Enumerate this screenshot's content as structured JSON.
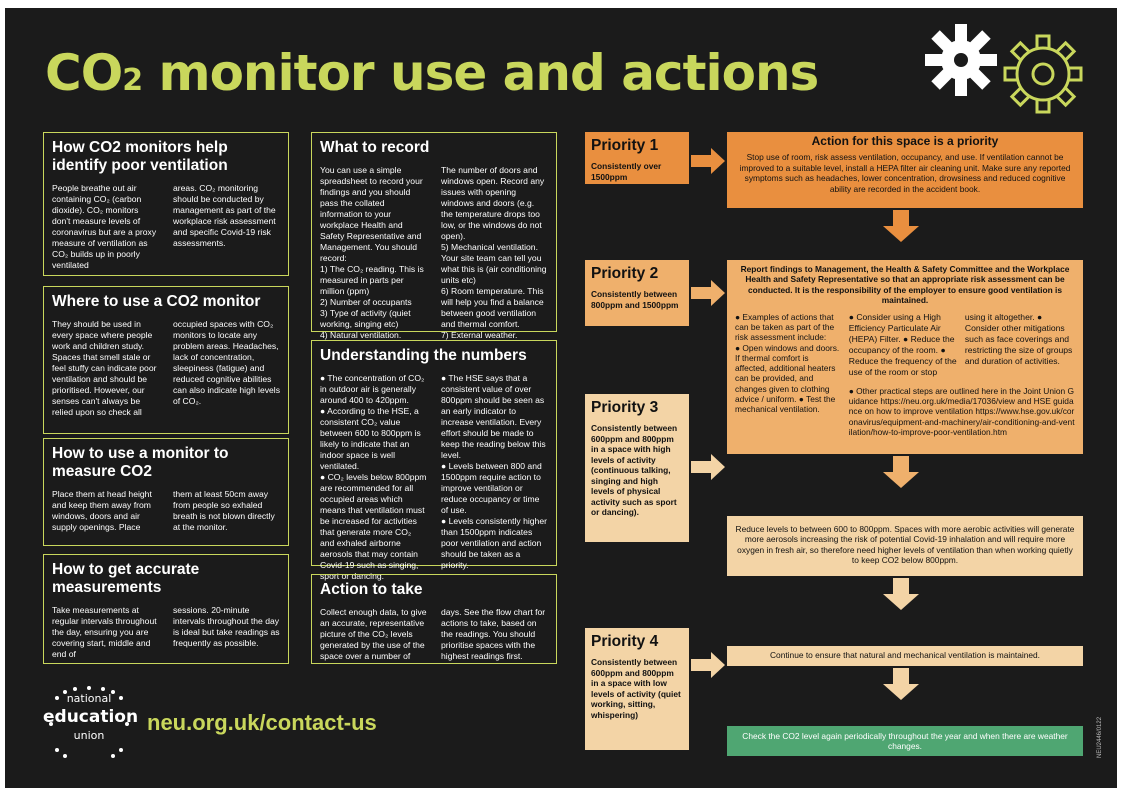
{
  "title": {
    "main": "CO",
    "sub": "2",
    "rest": " monitor use and actions"
  },
  "sections": {
    "how_helps": {
      "heading": "How CO2 monitors help identify poor ventilation",
      "col1": "People breathe out air containing CO₂ (carbon dioxide). CO₂ monitors don't measure levels of coronavirus but are a proxy measure of ventilation as CO₂ builds up in poorly ventilated",
      "col2": "areas. CO₂ monitoring should be conducted by management as part of the workplace risk assessment and specific Covid-19 risk assessments."
    },
    "where": {
      "heading": "Where to use a CO2 monitor",
      "col1": "They should be used in every space where people work and children study. Spaces that smell stale or feel stuffy can indicate poor ventilation and should be prioritised. However, our senses can't always be relied upon so check all",
      "col2": "occupied spaces with CO₂ monitors to locate any problem areas. Headaches, lack of concentration, sleepiness (fatigue) and reduced cognitive abilities can also indicate high levels of CO₂."
    },
    "how_use": {
      "heading": "How to use a monitor to measure CO2",
      "col1": "Place them at head height and keep them away from windows, doors and air supply openings. Place",
      "col2": "them at least 50cm away from people so exhaled breath is not blown directly at the monitor."
    },
    "accurate": {
      "heading": "How to get accurate measurements",
      "col1": "Take measurements at regular intervals throughout the day, ensuring you are covering start, middle and end of",
      "col2": "sessions. 20-minute intervals throughout the day is ideal but take readings as frequently as possible."
    },
    "record": {
      "heading": "What to record",
      "col1": "You can use a simple spreadsheet to record your findings and you should pass the collated information to your workplace Health and Safety Representative and Management. You should record:\n1) The CO₂ reading. This is measured in parts per million (ppm)\n2) Number of occupants\n3) Type of activity (quiet working, singing etc)\n4) Natural ventilation.",
      "col2": "The number of doors and windows open. Record any issues with opening windows and doors (e.g. the temperature drops too low, or the windows do not open).\n5) Mechanical ventilation. Your site team can tell you what this is (air conditioning units etc)\n6) Room temperature. This will help you find a balance between good ventilation and thermal comfort.\n7) External weather."
    },
    "numbers": {
      "heading": "Understanding the numbers",
      "col1": "● The concentration of CO₂ in outdoor air is generally around 400 to 420ppm.\n● According to the HSE, a consistent CO₂ value between 600 to 800ppm is likely to indicate that an indoor space is well ventilated.\n● CO₂ levels below 800ppm are recommended for all occupied areas which means that ventilation must be increased for activities that generate more CO₂ and exhaled airborne aerosols that may contain Covid-19 such as singing, sport or dancing.",
      "col2": "● The HSE says that a consistent value of over 800ppm should be seen as an early indicator to increase ventilation. Every effort should be made to keep the reading below this level.\n● Levels between 800 and 1500ppm require action to improve ventilation or reduce occupancy or time of use.\n● Levels consistently higher than 1500ppm indicates poor ventilation and action should be taken as a priority."
    },
    "action": {
      "heading": "Action to take",
      "col1": "Collect enough data, to give an accurate, representative picture of the CO₂ levels generated by the use of the space over a number of",
      "col2": "days. See the flow chart for actions to take, based on the readings. You should prioritise spaces with the highest readings first."
    }
  },
  "priorities": [
    {
      "label": "Priority 1",
      "text": "Consistently over 1500ppm"
    },
    {
      "label": "Priority 2",
      "text": "Consistently between 800ppm and 1500ppm"
    },
    {
      "label": "Priority 3",
      "text": "Consistently between 600ppm and 800ppm in a space with high levels of activity (continuous talking, singing and high levels of physical activity such as sport or dancing)."
    },
    {
      "label": "Priority 4",
      "text": "Consistently between 600ppm and 800ppm in a space with low levels of activity (quiet working, sitting, whispering)"
    }
  ],
  "actions": {
    "a1_heading": "Action for this space is a priority",
    "a1_text": "Stop use of room, risk assess ventilation, occupancy, and use. If ventilation cannot be improved to a suitable level, install a HEPA filter air cleaning unit. Make sure any reported symptoms such as headaches, lower concentration, drowsiness and reduced cognitive ability are recorded in the accident book.",
    "a2_heading": "Report findings to Management, the Health & Safety Committee and the Workplace Health and Safety Representative so that an appropriate risk assessment can be conducted. It is the responsibility of the employer to ensure good ventilation is maintained.",
    "a2_col1": "● Examples of actions that can be taken as part of the risk assessment include:\n● Open windows and doors. If thermal comfort is affected, additional heaters can be provided, and changes given to clothing advice / uniform. ● Test the mechanical ventilation.",
    "a2_col2": "● Consider using a High Efficiency Particulate Air (HEPA) Filter. ● Reduce the occupancy of the room. ● Reduce the frequency of the use of the room or stop",
    "a2_col3": "using it altogether. ● Consider other mitigations such as face coverings and restricting the size of groups and duration of activities.",
    "a2_other": "● Other practical steps are outlined here in the Joint Union Guidance https://neu.org.uk/media/17036/view and HSE guidance on how to improve ventilation https://www.hse.gov.uk/coronavirus/equipment-and-machinery/air-conditioning-and-ventilation/how-to-improve-poor-ventilation.htm",
    "a3_text": "Reduce levels to between 600 to 800ppm. Spaces with more aerobic activities will generate more aerosols increasing the risk of potential Covid-19 inhalation and will require more oxygen in fresh air, so therefore need higher levels of ventilation than when working quietly to keep CO2 below 800ppm.",
    "a4_text": "Continue to ensure that natural and mechanical ventilation is maintained.",
    "final_text": "Check the CO2 level again periodically throughout the year and when there are weather changes."
  },
  "logo": {
    "line1": "national",
    "line2": "education",
    "line3": "union"
  },
  "contact": "neu.org.uk/contact-us",
  "code": "NEU2446/0122",
  "colors": {
    "dark": "#1b1b1b",
    "lime": "#c9d75c",
    "orange": "#e98f3f",
    "light_orange": "#efb06c",
    "peach": "#f3d4a6",
    "green": "#4fa672"
  }
}
